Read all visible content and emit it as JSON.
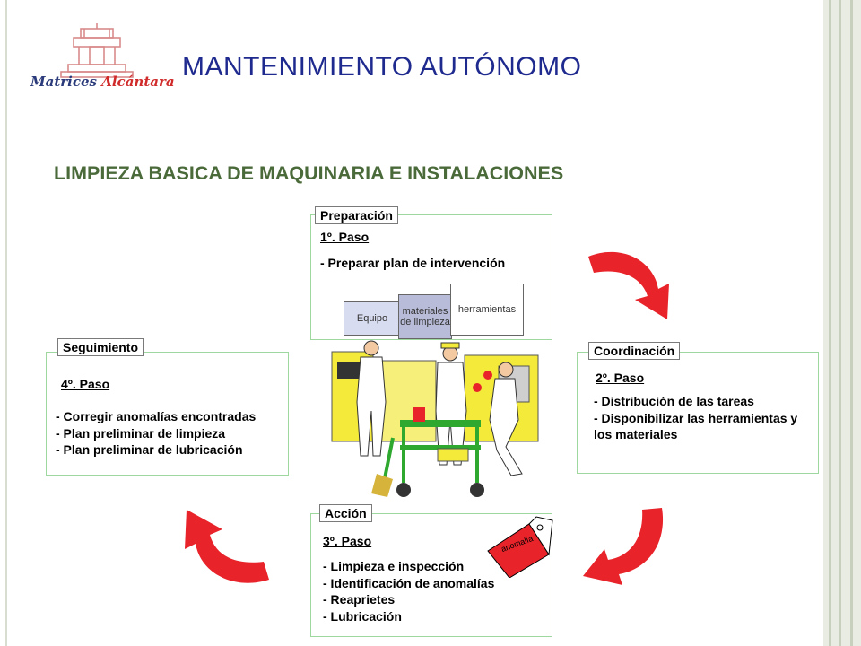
{
  "header": {
    "logo_brand_part1": "Matrices",
    "logo_brand_part2": "Alcántara",
    "title": "MANTENIMIENTO AUTÓNOMO"
  },
  "subtitle": "LIMPIEZA BASICA DE MAQUINARIA E INSTALACIONES",
  "steps": {
    "preparacion": {
      "label": "Preparación",
      "paso": "1º. Paso",
      "items": [
        "- Preparar plan de intervención"
      ],
      "chips": [
        "Equipo",
        "materiales de limpieza",
        "herramientas"
      ]
    },
    "coordinacion": {
      "label": "Coordinación",
      "paso": "2º. Paso",
      "items": [
        "- Distribución de las tareas",
        "- Disponibilizar las herramientas y",
        "los materiales"
      ]
    },
    "accion": {
      "label": "Acción",
      "paso": "3º. Paso",
      "items": [
        "- Limpieza e inspección",
        "- Identificación de anomalías",
        "- Reaprietes",
        "- Lubricación"
      ],
      "tag": "anomalía"
    },
    "seguimiento": {
      "label": "Seguimiento",
      "paso": "4º. Paso",
      "items": [
        "- Corregir anomalías encontradas",
        "- Plan preliminar de limpieza",
        "- Plan preliminar de lubricación"
      ]
    }
  },
  "colors": {
    "title": "#1f2a8f",
    "subtitle": "#4a6a3a",
    "box_border": "#9ed89e",
    "arrow": "#e8232a"
  },
  "icons": [
    "cycle-arrow-icon",
    "maintenance-workers-illustration",
    "anomaly-tag-icon",
    "company-logo"
  ]
}
